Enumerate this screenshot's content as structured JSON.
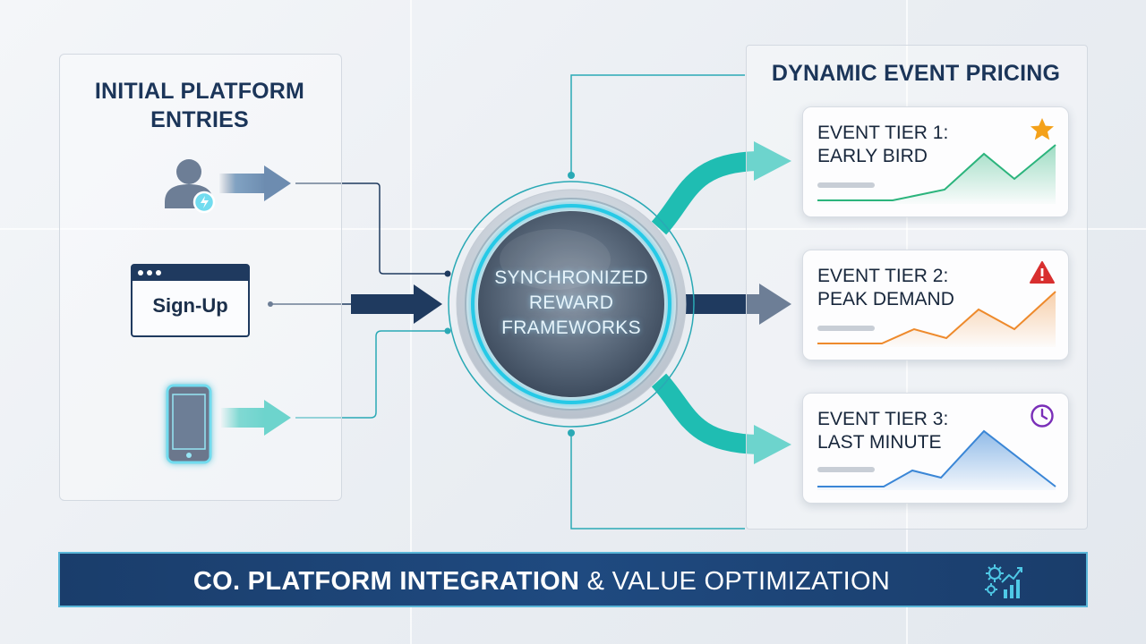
{
  "left_panel": {
    "title_line1": "INITIAL PLATFORM",
    "title_line2": "ENTRIES",
    "signup_label": "Sign-Up"
  },
  "hub": {
    "line1": "SYNCHRONIZED",
    "line2": "REWARD",
    "line3": "FRAMEWORKS"
  },
  "right_panel": {
    "title": "DYNAMIC EVENT PRICING",
    "tiers": [
      {
        "line1": "EVENT TIER 1:",
        "line2": "EARLY BIRD",
        "icon": "star-icon",
        "color": "#2bb47c"
      },
      {
        "line1": "EVENT TIER 2:",
        "line2": "PEAK DEMAND",
        "icon": "warning-icon",
        "color": "#ee8a2c"
      },
      {
        "line1": "EVENT TIER 3:",
        "line2": "LAST MINUTE",
        "icon": "clock-icon",
        "color": "#3a86d6"
      }
    ]
  },
  "banner": {
    "bold_text": "CO. PLATFORM INTEGRATION",
    "rest_text": "& VALUE OPTIMIZATION",
    "icon": "gear-growth-icon"
  },
  "colors": {
    "navy": "#1f3a5f",
    "teal": "#1fbdb2",
    "accent_cyan": "#27c9e6"
  }
}
